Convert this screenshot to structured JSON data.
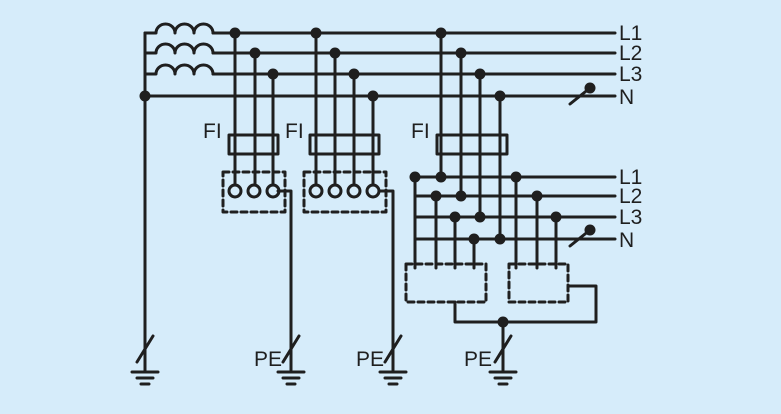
{
  "colors": {
    "background": "#d6ecfa",
    "line": "#1f1f1f"
  },
  "main_bus": {
    "labels": [
      "L1",
      "L2",
      "L3",
      "N"
    ]
  },
  "sub_bus": {
    "labels": [
      "L1",
      "L2",
      "L3",
      "N"
    ]
  },
  "devices": {
    "fi_label": "FI",
    "pe_label": "PE"
  }
}
